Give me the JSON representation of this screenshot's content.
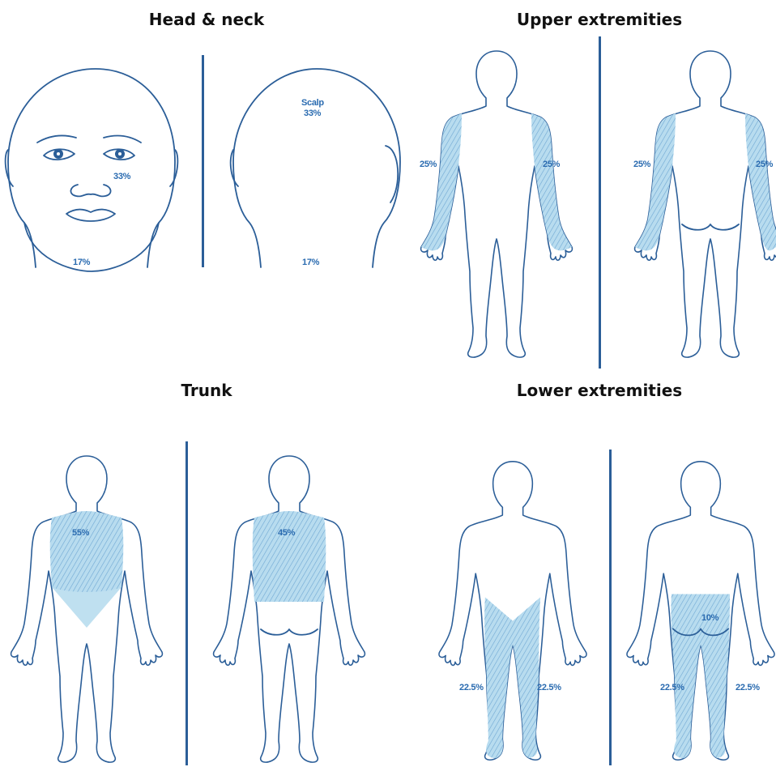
{
  "sections": {
    "head_neck": {
      "title": "Head & neck",
      "front": {
        "face_pct": "33%",
        "neck_pct": "17%"
      },
      "back": {
        "scalp_label": "Scalp",
        "scalp_pct": "33%",
        "neck_pct": "17%"
      }
    },
    "upper": {
      "title": "Upper extremities",
      "front": {
        "left_pct": "25%",
        "right_pct": "25%"
      },
      "back": {
        "left_pct": "25%",
        "right_pct": "25%"
      }
    },
    "trunk": {
      "title": "Trunk",
      "front": {
        "pct": "55%"
      },
      "back": {
        "pct": "45%"
      }
    },
    "lower": {
      "title": "Lower extremities",
      "front": {
        "left_pct": "22.5%",
        "right_pct": "22.5%"
      },
      "back": {
        "buttocks_pct": "10%",
        "left_pct": "22.5%",
        "right_pct": "22.5%"
      }
    }
  },
  "colors": {
    "outline": "#2b5e98",
    "shade": "#a9d3ea",
    "label": "#2a6bb0"
  },
  "icons": [
    "body-front-icon",
    "body-back-icon",
    "face-icon",
    "head-back-icon"
  ]
}
